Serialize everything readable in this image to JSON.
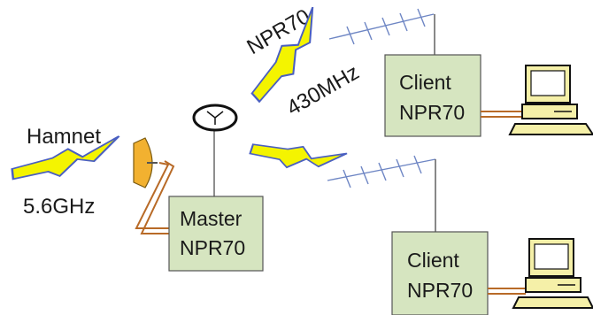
{
  "labels": {
    "hamnet": "Hamnet",
    "hamnet_freq": "5.6GHz",
    "link_name": "NPR70",
    "link_freq": "430MHz"
  },
  "master": {
    "line1": "Master",
    "line2": "NPR70"
  },
  "clients": [
    {
      "line1": "Client",
      "line2": "NPR70"
    },
    {
      "line1": "Client",
      "line2": "NPR70"
    }
  ],
  "colors": {
    "box_fill": "#d6e5c0",
    "box_stroke": "#555555",
    "bolt_fill": "#f4f400",
    "bolt_stroke": "#4a5fc1",
    "dish": "#f2b130",
    "cable": "#b86a27",
    "antenna": "#6e86c4",
    "computer": "#f5f0a8"
  },
  "icons": [
    "lightning-bolt-icon",
    "dish-antenna-icon",
    "omni-antenna-icon",
    "yagi-antenna-icon",
    "computer-icon"
  ]
}
